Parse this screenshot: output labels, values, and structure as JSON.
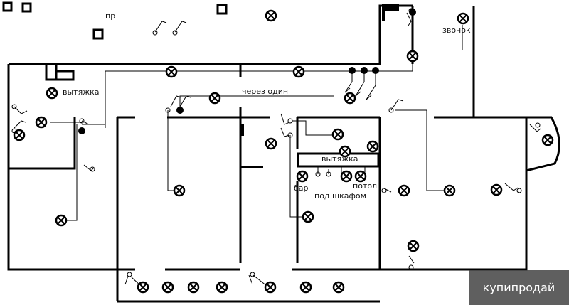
{
  "labels": {
    "pr": "пр",
    "vytyazhka_left": "вытяжка",
    "cherez_odin": "через один",
    "zvonok": "звонок",
    "vytyazhka_kitchen": "вытяжка",
    "bar": "бар",
    "potol": "потол",
    "pod_shkafom": "под шкафом"
  },
  "watermark": {
    "text": "купипродай"
  },
  "colors": {
    "ink": "#000000",
    "background": "#ffffff"
  }
}
